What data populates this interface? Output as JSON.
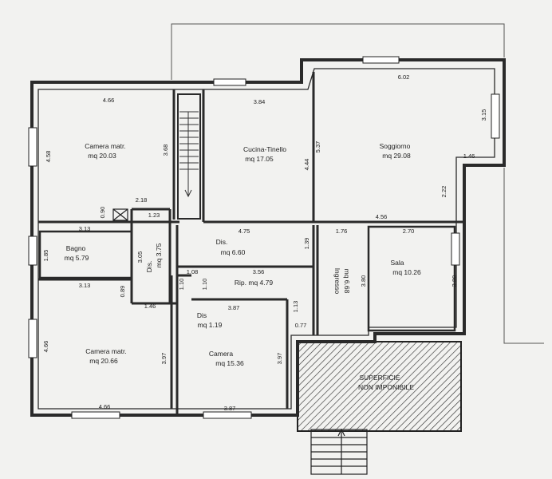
{
  "rooms": {
    "camera_matr_top": {
      "name": "Camera matr.",
      "area": "mq 20.03"
    },
    "cucina": {
      "name": "Cucina-Tinello",
      "area": "mq 17.05"
    },
    "soggiorno": {
      "name": "Soggiorno",
      "area": "mq 29.08"
    },
    "bagno": {
      "name": "Bagno",
      "area": "mq 5.79"
    },
    "dis_small": {
      "name": "Dis.",
      "area": "mq 3.75"
    },
    "dis_mid": {
      "name": "Dis.",
      "area": "mq 6.60"
    },
    "ingresso": {
      "name": "Ingresso",
      "area": "mq 6.68"
    },
    "sala": {
      "name": "Sala",
      "area": "mq 10.26"
    },
    "rip": {
      "name": "Rip. mq 4.79"
    },
    "dis_tiny": {
      "name": "Dis",
      "area": "mq 1.19"
    },
    "camera_matr_bottom": {
      "name": "Camera matr.",
      "area": "mq 20.66"
    },
    "camera": {
      "name": "Camera",
      "area": "mq 15.36"
    }
  },
  "hatch_label": {
    "line1": "SUPERFICIE",
    "line2": "NON IMPONIBILE"
  },
  "dimensions": {
    "d_466_top": "4.66",
    "d_458": "4.58",
    "d_368": "3.68",
    "d_384": "3.84",
    "d_444": "4.44",
    "d_537": "5.37",
    "d_602": "6.02",
    "d_315": "3.15",
    "d_146": "1.46",
    "d_222": "2.22",
    "d_218": "2.18",
    "d_090": "0.90",
    "d_123": "1.23",
    "d_313_top": "3.13",
    "d_185": "1.85",
    "d_305": "3.05",
    "d_475": "4.75",
    "d_139": "1.39",
    "d_176": "1.76",
    "d_456": "4.56",
    "d_270": "2.70",
    "d_108": "1.08",
    "d_110_a": "1.10",
    "d_110_b": "1.10",
    "d_356": "3.56",
    "d_380_a": "3.80",
    "d_380_b": "3.80",
    "d_313_mid": "3.13",
    "d_089": "0.89",
    "d_146_b": "1.46",
    "d_387_top": "3.87",
    "d_113": "1.13",
    "d_077": "0.77",
    "d_466_side": "4.66",
    "d_397_a": "3.97",
    "d_397_b": "3.97",
    "d_466_bottom": "4.66",
    "d_387_bottom": "3.87"
  }
}
